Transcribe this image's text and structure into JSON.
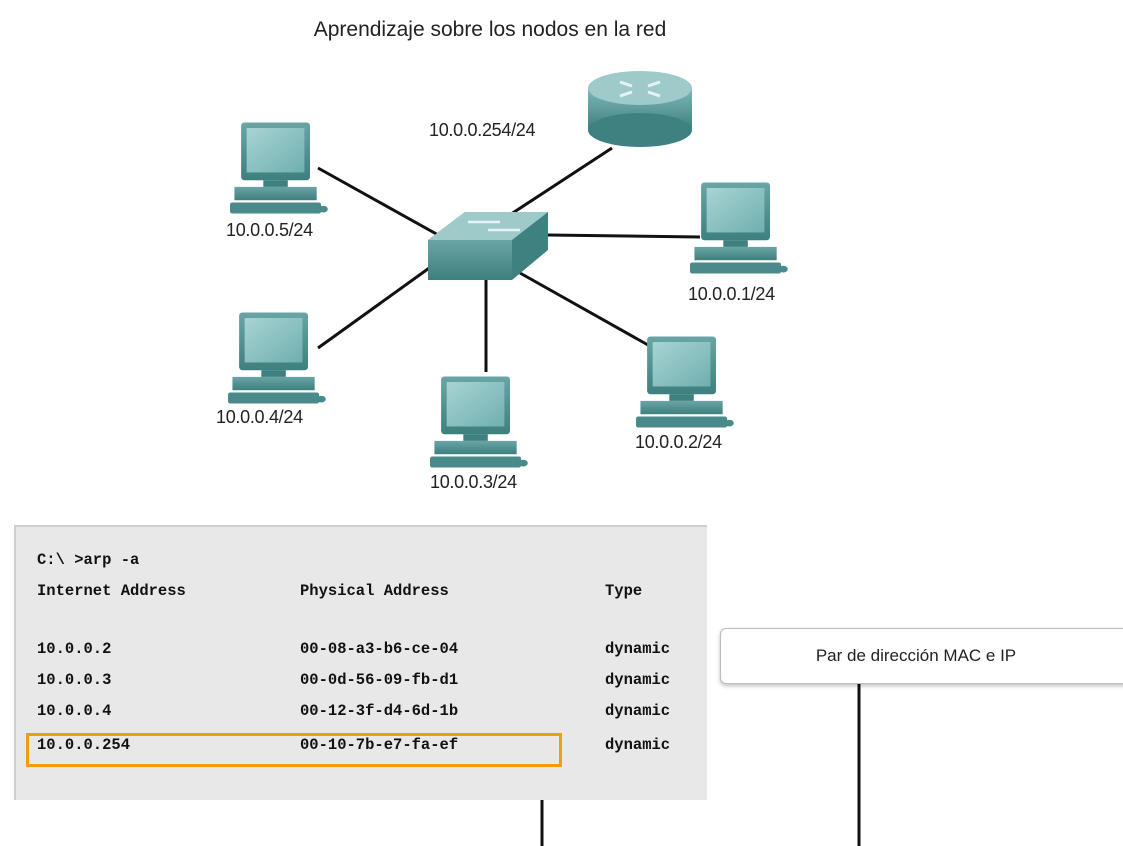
{
  "title": "Aprendizaje sobre los nodos en la red",
  "nodes": {
    "router_ip": "10.0.0.254/24",
    "pc5_ip": "10.0.0.5/24",
    "pc1_ip": "10.0.0.1/24",
    "pc4_ip": "10.0.0.4/24",
    "pc3_ip": "10.0.0.3/24",
    "pc2_ip": "10.0.0.2/24"
  },
  "terminal": {
    "command": "C:\\ >arp -a",
    "headers": [
      "Internet Address",
      "Physical Address",
      "Type"
    ],
    "rows": [
      {
        "ip": "10.0.0.2",
        "mac": "00-08-a3-b6-ce-04",
        "type": "dynamic"
      },
      {
        "ip": "10.0.0.3",
        "mac": "00-0d-56-09-fb-d1",
        "type": "dynamic"
      },
      {
        "ip": "10.0.0.4",
        "mac": "00-12-3f-d4-6d-1b",
        "type": "dynamic"
      },
      {
        "ip": "10.0.0.254",
        "mac": "00-10-7b-e7-fa-ef",
        "type": "dynamic"
      }
    ]
  },
  "callout": "Par de dirección MAC e IP",
  "colors": {
    "highlight": "#f39c12",
    "device": "#4e9494"
  }
}
